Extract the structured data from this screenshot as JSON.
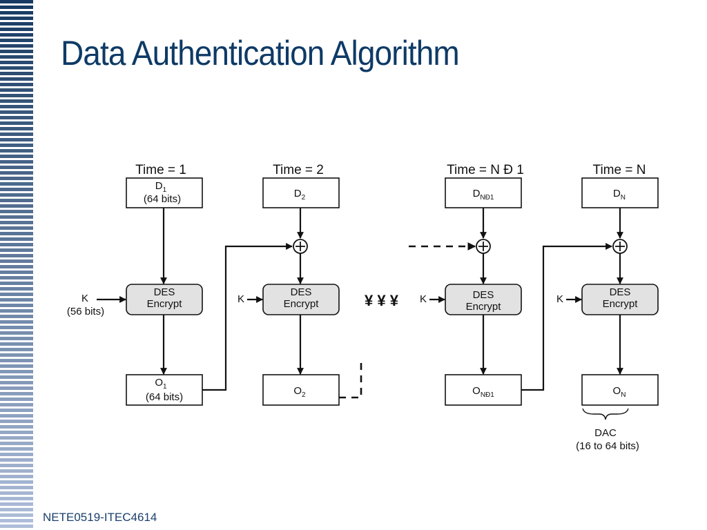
{
  "slide": {
    "title": "Data Authentication Algorithm",
    "footer": "NETE0519-ITEC4614"
  },
  "diagram": {
    "time_labels": [
      "Time = 1",
      "Time = 2",
      "Time = N Đ 1",
      "Time = N"
    ],
    "inputs": {
      "d1": {
        "main": "D",
        "sub": "1",
        "note": "(64 bits)"
      },
      "d2": {
        "main": "D",
        "sub": "2"
      },
      "dn1": {
        "main": "D",
        "sub": "NĐ1"
      },
      "dn": {
        "main": "D",
        "sub": "N"
      }
    },
    "des_block": {
      "line1": "DES",
      "line2": "Encrypt"
    },
    "key": {
      "label": "K",
      "note": "(56 bits)"
    },
    "outputs": {
      "o1": {
        "main": "O",
        "sub": "1",
        "note": "(64 bits)"
      },
      "o2": {
        "main": "O",
        "sub": "2"
      },
      "on1": {
        "main": "O",
        "sub": "NĐ1"
      },
      "on": {
        "main": "O",
        "sub": "N"
      }
    },
    "ellipsis": "¥ ¥ ¥",
    "dac": {
      "label": "DAC",
      "note": "(16 to 64 bits)"
    }
  }
}
